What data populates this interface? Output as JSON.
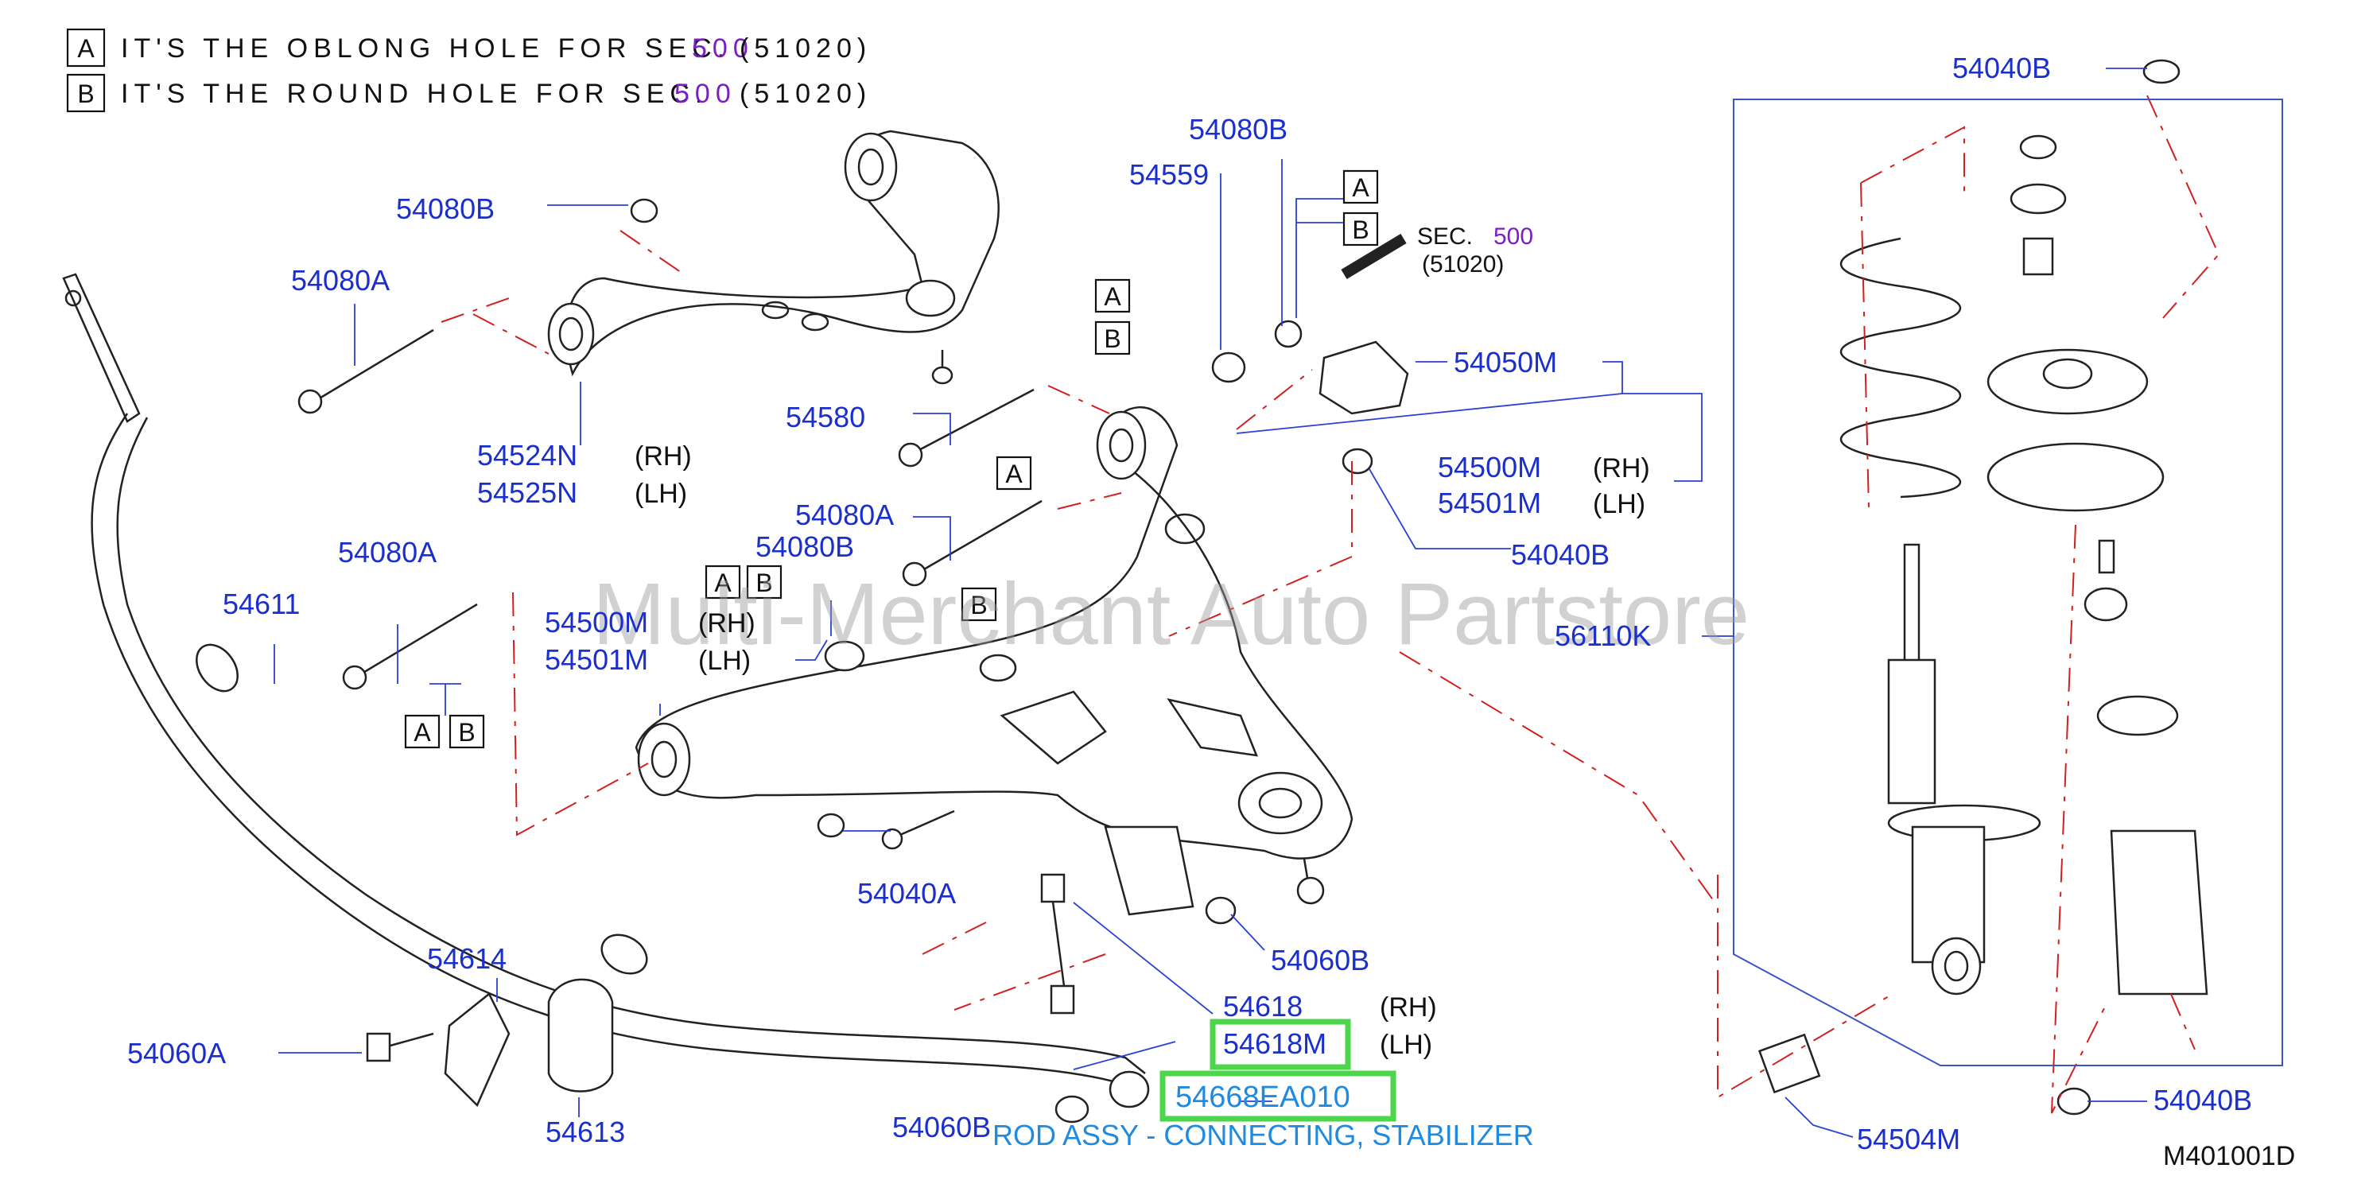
{
  "notes": [
    {
      "key": "A",
      "text": "IT'S THE OBLONG HOLE FOR SEC.",
      "sec": "500",
      "ref": "(51020)"
    },
    {
      "key": "B",
      "text": "IT'S THE ROUND HOLE FOR SEC.",
      "sec": "500",
      "ref": "(51020)"
    }
  ],
  "sec_callout": {
    "label": "SEC.",
    "sec": "500",
    "ref": "(51020)"
  },
  "parts": {
    "p54040B_top": "54040B",
    "p54080B_upper": "54080B",
    "p54559": "54559",
    "p54080B_left": "54080B",
    "p54080A_1": "54080A",
    "p54050M": "54050M",
    "p54524N": "54524N",
    "p54525N": "54525N",
    "p54580": "54580",
    "p54500M_a": "54500M",
    "p54501M_a": "54501M",
    "p54080A_2": "54080A",
    "p54080B_mid": "54080B",
    "p54040B_mid": "54040B",
    "p54080A_3": "54080A",
    "p54611": "54611",
    "p54500M_b": "54500M",
    "p54501M_b": "54501M",
    "p56110K": "56110K",
    "p54040A": "54040A",
    "p54060B_a": "54060B",
    "p54614": "54614",
    "p54618": "54618",
    "p54618M": "54618M",
    "p54060A": "54060A",
    "p54668": "54668EA010",
    "p54613": "54613",
    "p54060B_b": "54060B",
    "p54504M": "54504M",
    "p54040B_bot": "54040B"
  },
  "sides": {
    "rh": "(RH)",
    "lh": "(LH)"
  },
  "boxes": {
    "a": "A",
    "b": "B"
  },
  "watermark": "Multi-Merchant Auto Partstore",
  "caption": "ROD ASSY - CONNECTING, STABILIZER",
  "diagram_code": "M401001D",
  "colors": {
    "part_number": "#1a2fcc",
    "section": "#7a1fc4",
    "highlight": "#4cd64c",
    "caption": "#1e8ae0",
    "phantom_line": "#d22020"
  }
}
